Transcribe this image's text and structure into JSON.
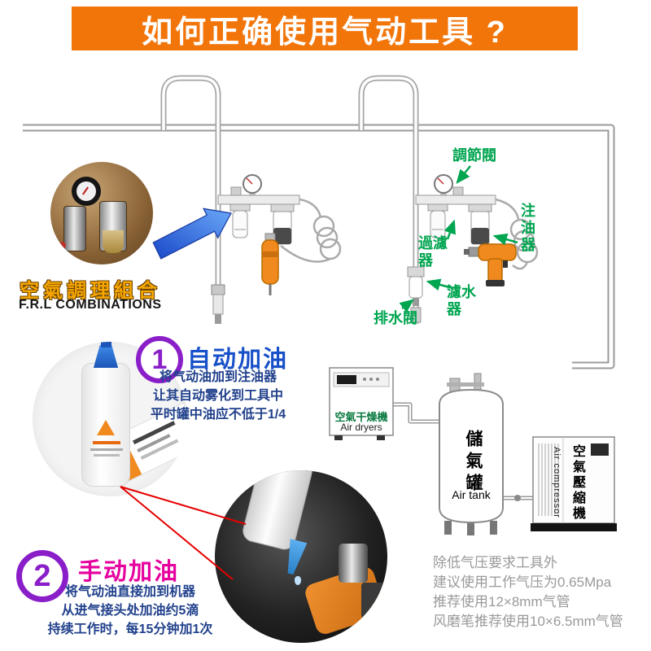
{
  "header": {
    "title": "如何正确使用气动工具 ?"
  },
  "frl": {
    "label_cn": "空氣調理組合",
    "label_en": "F.R.L COMBINATIONS"
  },
  "pipe_labels": {
    "regulator": "調節閥",
    "oiler": "注油器",
    "filter": "過濾器",
    "water_filter": "濾水器",
    "drain_valve": "排水閥"
  },
  "steps": [
    {
      "number": "1",
      "title": "自动加油",
      "lines": [
        "将气动油加到注油器",
        "让其自动雾化到工具中",
        "平时罐中油应不低于1/4"
      ]
    },
    {
      "number": "2",
      "title": "手动加油",
      "lines": [
        "将气动油直接加到机器",
        "从进气接头处加油约5滴",
        "持续工作时，每15分钟加1次"
      ]
    }
  ],
  "equipment": {
    "dryer": {
      "cn": "空氣干燥機",
      "en": "Air dryers"
    },
    "tank": {
      "cn": "儲氣罐",
      "en": "Air tank"
    },
    "compressor": {
      "cn": "空氣壓縮機",
      "en": "Air compressor"
    }
  },
  "notes": {
    "lines": [
      "除低气压要求工具外",
      "建议使用工作气压为0.65Mpa",
      "推荐使用12×8mm气管",
      "风磨笔推荐使用10×6.5mm气管"
    ]
  },
  "colors": {
    "header_bg": "#f2750a",
    "accent_green": "#00a550",
    "step_purple": "#8a1ec8",
    "step1_blue": "#1750c8",
    "step2_magenta": "#e6009e",
    "body_blue": "#21418c",
    "note_gray": "#9a9a9a",
    "frl_caption_orange": "#f7a600",
    "tool_orange": "#f08a1e"
  }
}
